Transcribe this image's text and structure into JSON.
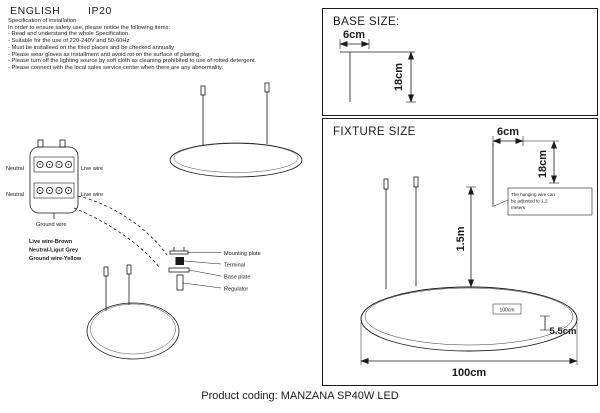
{
  "header": {
    "language": "ENGLISH",
    "ip_rating": "IP20"
  },
  "spec": {
    "title": "Specification of installation",
    "intro": "In order to ensure safety use, please notice the following items:",
    "items": [
      "- Read and understand the whole Specification.",
      "- Suitable for the use of 220-240V and 50-60Hz",
      "- Must be installeed on the fixed places and be checked annually",
      "- Please wear gloves as installment and avoid rot on the surface of plaetng.",
      "- Please turn off the lighting source by soft cloth as cleaning prohibited to use of rotted detergent.",
      "- Please connect with the local sales service center when there are any abnormality."
    ]
  },
  "wiring": {
    "neutral_top": "Neutral",
    "live_top": "Live wire",
    "neutral_bottom": "Neutral",
    "live_bottom": "Live wire",
    "ground": "Ground wire",
    "legend": [
      "Live wire-Brown",
      "Neutral-Ligut Grey",
      "Ground wire-Yellow"
    ]
  },
  "mounting": {
    "labels": [
      "Mounting plate",
      "Terminal",
      "Base plate",
      "Regulator"
    ]
  },
  "base_size": {
    "title": "BASE SIZE:",
    "width": "6cm",
    "height": "18cm"
  },
  "fixture_size": {
    "title": "FIXTURE SIZE",
    "canopy_width": "6cm",
    "canopy_height": "18cm",
    "drop_length": "1.5m",
    "note_lines": [
      "The hanging wire can",
      "be adjusted to 1.2",
      "meters"
    ],
    "inner_label": "100cm",
    "ring_profile": "5.5cm",
    "diameter": "100cm"
  },
  "footer": {
    "product_coding": "Product coding: MANZANA SP40W LED"
  }
}
